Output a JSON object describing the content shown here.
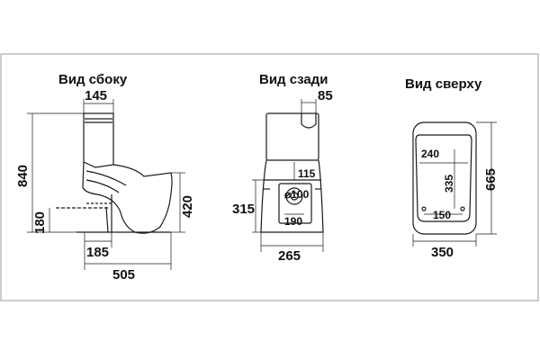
{
  "views": {
    "side": {
      "title": "Вид сбоку",
      "dims": {
        "top_width": "145",
        "height_total": "840",
        "outlet_height": "180",
        "bowl_height": "420",
        "outlet_offset": "185",
        "depth": "505"
      }
    },
    "back": {
      "title": "Вид сзади",
      "dims": {
        "top_hole": "85",
        "inlet_height": "115",
        "hole_diameter": "⌀100",
        "hole_spacing": "190",
        "base_height": "315",
        "width": "265"
      }
    },
    "top": {
      "title": "Вид сверху",
      "dims": {
        "seat_width": "240",
        "seat_length": "335",
        "bolt_spacing": "150",
        "length": "665",
        "width": "350"
      }
    }
  },
  "colors": {
    "line": "#1a1a1a",
    "frame": "#9a9a9a"
  }
}
